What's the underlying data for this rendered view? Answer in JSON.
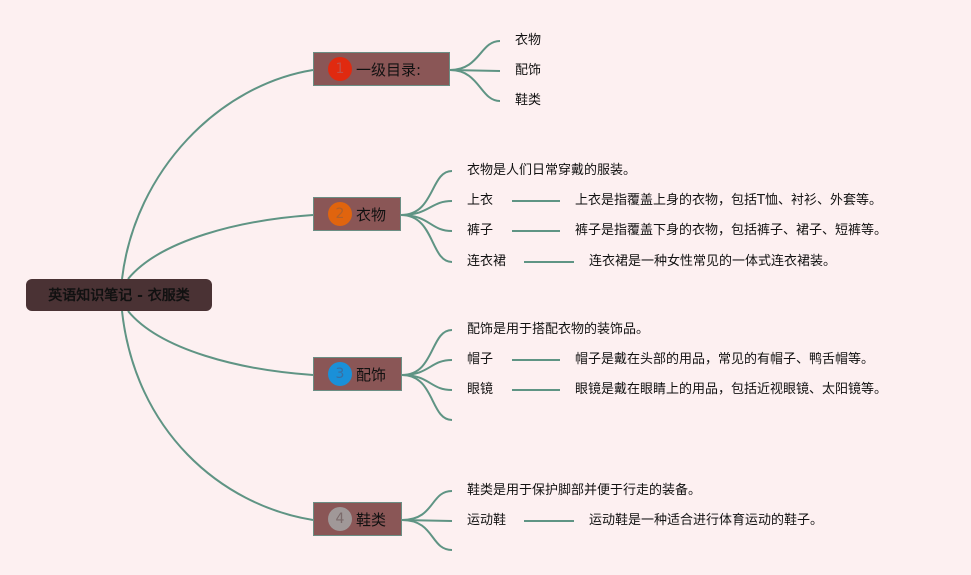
{
  "root": {
    "title": "英语知识笔记 - 衣服类"
  },
  "topics": [
    {
      "num": "1",
      "label": "一级目录:",
      "badge_color": "#e02a10",
      "num_color": "#c0504a",
      "children": [
        "衣物",
        "配饰",
        "鞋类"
      ]
    },
    {
      "num": "2",
      "label": "衣物",
      "badge_color": "#e0640e",
      "num_color": "#b0602a",
      "intro": "衣物是人们日常穿戴的服装。",
      "items": [
        {
          "term": "上衣",
          "desc": "上衣是指覆盖上身的衣物，包括T恤、衬衫、外套等。"
        },
        {
          "term": "裤子",
          "desc": "裤子是指覆盖下身的衣物，包括裤子、裙子、短裤等。"
        },
        {
          "term": "连衣裙",
          "desc": "连衣裙是一种女性常见的一体式连衣裙装。"
        }
      ]
    },
    {
      "num": "3",
      "label": "配饰",
      "badge_color": "#1a90d8",
      "num_color": "#3a6ea0",
      "intro": "配饰是用于搭配衣物的装饰品。",
      "items": [
        {
          "term": "帽子",
          "desc": "帽子是戴在头部的用品，常见的有帽子、鸭舌帽等。"
        },
        {
          "term": "眼镜",
          "desc": "眼镜是戴在眼睛上的用品，包括近视眼镜、太阳镜等。"
        }
      ]
    },
    {
      "num": "4",
      "label": "鞋类",
      "badge_color": "#a09898",
      "num_color": "#7a6a6a",
      "intro": "鞋类是用于保护脚部并便于行走的装备。",
      "items": [
        {
          "term": "运动鞋",
          "desc": "运动鞋是一种适合进行体育运动的鞋子。"
        }
      ]
    }
  ],
  "colors": {
    "line": "#5f9484",
    "background": "#fdf0f1"
  }
}
